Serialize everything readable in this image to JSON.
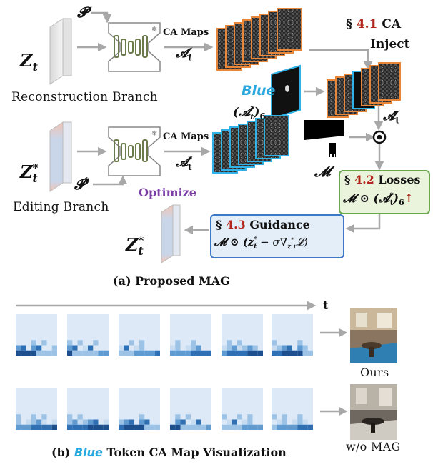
{
  "part_a": {
    "caption": "(a) Proposed MAG",
    "reconstruction": {
      "branch_label": "Reconstruction Branch",
      "latent": "Z",
      "latent_sub": "t",
      "prompt": "𝓟",
      "ca_maps_label": "CA Maps",
      "attn_symbol": "𝓐",
      "attn_sub": "t"
    },
    "editing": {
      "branch_label": "Editing Branch",
      "latent": "Z",
      "latent_sup": "*",
      "latent_sub": "t",
      "prompt": "𝓟",
      "prompt_sup": "*",
      "ca_maps_label": "CA Maps",
      "attn_symbol": "𝓐",
      "attn_sup": "*",
      "attn_sub": "t"
    },
    "blue_token": {
      "word": "Blue",
      "expr": "(𝓐",
      "expr_sup": "*",
      "expr_sub": "t",
      "expr_tail": ")",
      "index": "6"
    },
    "section_41": {
      "symbol": "§",
      "number": "4.1",
      "title": "CA",
      "line2": "Inject"
    },
    "section_42": {
      "symbol": "§",
      "number": "4.2",
      "title": "Losses",
      "expr_a": "𝓜 ⊙ (𝓐",
      "expr_sup": "*",
      "expr_sub": "t",
      "expr_b": ")",
      "index": "6",
      "arrow": "↑"
    },
    "section_43": {
      "symbol": "§",
      "number": "4.3",
      "title": "Guidance",
      "expr": "𝓜 ⊙ (z",
      "expr_sup": "*",
      "expr_sub": "t",
      "expr_mid": " − σ∇",
      "grad_sub": "z",
      "grad_sup": "*",
      "grad_subsub": "t",
      "expr_end": "𝓛)"
    },
    "hat_attn": "𝓐̂",
    "hat_attn_sub": "t",
    "mask_symbol": "𝓜",
    "optimize_label": "Optimize",
    "output_latent": "Z",
    "output_latent_sup": "*",
    "output_latent_sub": "t"
  },
  "part_b": {
    "time_axis_label": "t",
    "row1_label": "Ours",
    "row2_label": "w/o MAG",
    "caption_prefix": "(b)",
    "caption_word": "Blue",
    "caption_suffix": "Token CA Map Visualization"
  },
  "colors": {
    "orange_frame": "#e8863a",
    "cyan_frame": "#2fb3e6",
    "red_text": "#b3261e",
    "purple_text": "#7b3fa6",
    "blue_text": "#29a9e0",
    "green_box": "#eaf3dc",
    "green_border": "#6aa84f",
    "blue_box": "#e4eef9",
    "blue_border": "#3d78c9",
    "arrow_gray": "#a8a8a8"
  }
}
